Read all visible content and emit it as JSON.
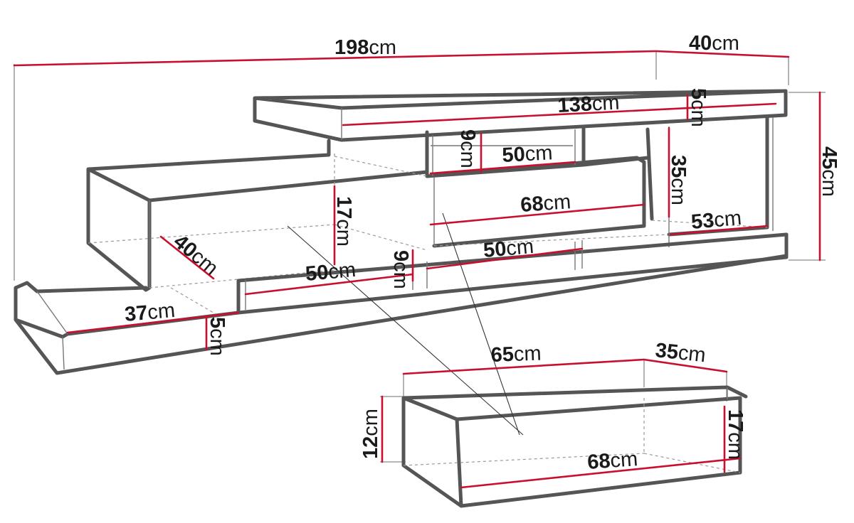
{
  "colors": {
    "dimension": "#c8102e",
    "outline": "#555555",
    "text": "#1a1a1a"
  },
  "dimensions": [
    {
      "id": "overall-width",
      "value": "198",
      "unit": "cm"
    },
    {
      "id": "overall-depth",
      "value": "40",
      "unit": "cm"
    },
    {
      "id": "overall-height",
      "value": "45",
      "unit": "cm"
    },
    {
      "id": "top-shelf-width",
      "value": "138",
      "unit": "cm"
    },
    {
      "id": "top-shelf-thickness",
      "value": "5",
      "unit": "cm"
    },
    {
      "id": "upper-niche-height",
      "value": "9",
      "unit": "cm"
    },
    {
      "id": "upper-niche-width",
      "value": "50",
      "unit": "cm"
    },
    {
      "id": "right-niche-height",
      "value": "35",
      "unit": "cm"
    },
    {
      "id": "drawer-front-width",
      "value": "68",
      "unit": "cm"
    },
    {
      "id": "left-box-height",
      "value": "17",
      "unit": "cm"
    },
    {
      "id": "left-box-depth",
      "value": "40",
      "unit": "cm"
    },
    {
      "id": "right-niche-width",
      "value": "53",
      "unit": "cm"
    },
    {
      "id": "lower-middle-width",
      "value": "50",
      "unit": "cm"
    },
    {
      "id": "lower-left-width",
      "value": "50",
      "unit": "cm"
    },
    {
      "id": "lower-niche-height",
      "value": "9",
      "unit": "cm"
    },
    {
      "id": "base-depth",
      "value": "37",
      "unit": "cm"
    },
    {
      "id": "base-thickness",
      "value": "5",
      "unit": "cm"
    },
    {
      "id": "drawer-width",
      "value": "65",
      "unit": "cm"
    },
    {
      "id": "drawer-depth",
      "value": "35",
      "unit": "cm"
    },
    {
      "id": "drawer-inner-height",
      "value": "12",
      "unit": "cm"
    },
    {
      "id": "drawer-height",
      "value": "17",
      "unit": "cm"
    },
    {
      "id": "drawer-bottom-width",
      "value": "68",
      "unit": "cm"
    }
  ]
}
